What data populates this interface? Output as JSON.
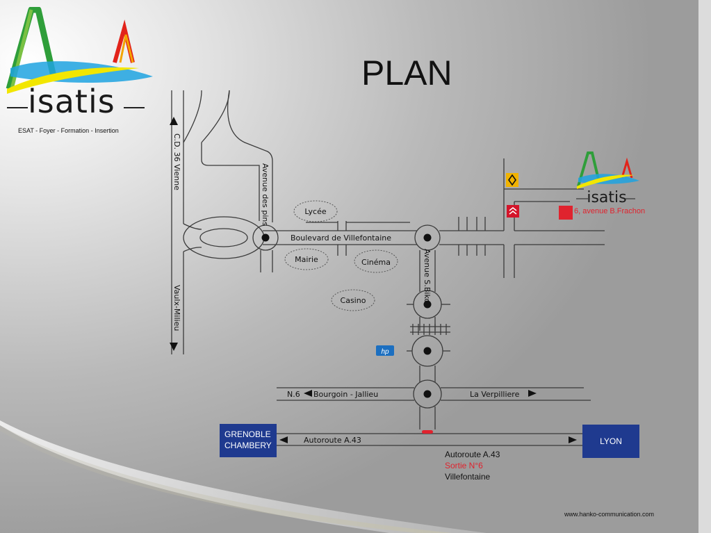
{
  "title": "PLAN",
  "logo": {
    "name": "isatis",
    "tagline": "ESAT - Foyer - Formation - Insertion"
  },
  "map": {
    "roads": {
      "cd36": "C.D. 36 Vienne",
      "vaulx": "Vaulx-Milieu",
      "avenue_pins": "Avenue des pins",
      "boulevard": "Boulevard de Villefontaine",
      "avenue_biko": "Avenue S.Biko",
      "n6": "N.6",
      "bourgoin": "Bourgoin - Jallieu",
      "verpilliere": "La Verpilliere",
      "autoroute": "Autoroute A.43"
    },
    "places": {
      "lycee": "Lycée",
      "mairie": "Mairie",
      "cinema": "Cinéma",
      "casino": "Casino",
      "hp": "hp"
    },
    "destinations": {
      "grenoble_line1": "GRENOBLE",
      "grenoble_line2": "CHAMBERY",
      "lyon": "LYON"
    },
    "exit_info": {
      "line1": "Autoroute A.43",
      "line2": "Sortie N°6",
      "line3": "Villefontaine"
    },
    "isatis_small": "isatis",
    "address": "6, avenue B.Frachon"
  },
  "footer": {
    "credit": "www.hanko-communication.com"
  },
  "colors": {
    "sign_blue": "#1f3a8f",
    "accent_red": "#e0232e",
    "road": "#3a3a3a",
    "renault_yellow": "#f1b300",
    "citroen_red": "#d4142a",
    "hp_blue": "#1c6fc0"
  }
}
